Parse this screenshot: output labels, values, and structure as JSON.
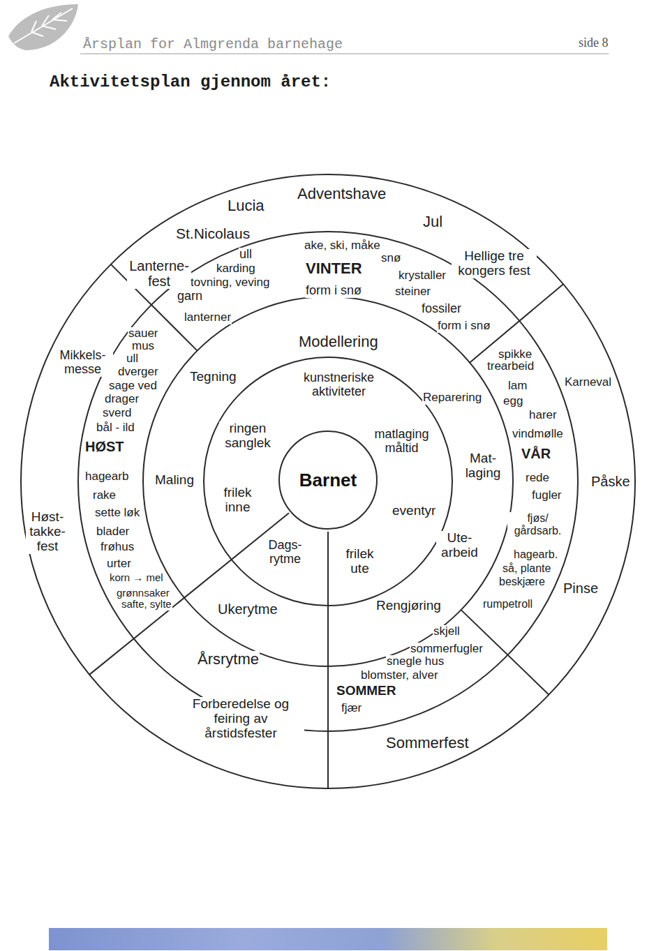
{
  "diagram": {
    "title": "Aktivitetsplan gjennom året:",
    "nodes": [
      {
        "text": [
          "Barnet"
        ]
      }
    ],
    "labels": [
      "Årsplan for Almgrenda barnehage",
      "side 8",
      "Lucia",
      "St.Nicolaus",
      "Adventshave",
      "Jul",
      "Hellige tre kongers fest",
      "Lanterne- fest",
      "ull",
      "karding",
      "tovning, veving",
      "garn",
      "lanterner",
      "ake, ski, måke",
      "snø",
      "VINTER",
      "form i snø",
      "krystaller",
      "steiner",
      "fossiler",
      "form i snø",
      "Modellering",
      "kunstneriske aktiviteter",
      "Mikkels- messe",
      "sauer",
      "mus",
      "ull",
      "dverger",
      "sage ved",
      "drager",
      "sverd",
      "bål - ild",
      "HØST",
      "hagearb",
      "rake",
      "sette løk",
      "blader",
      "frøhus",
      "urter",
      "korn → mel",
      "grønnsaker",
      "safte, sylte",
      "Høst- takke- fest",
      "Tegning",
      "ringen sanglek",
      "Maling",
      "frilek inne",
      "spikke",
      "trearbeid",
      "Karneval",
      "Reparering",
      "matlaging måltid",
      "lam",
      "egg",
      "harer",
      "vindmølle",
      "VÅR",
      "Mat- laging",
      "Påske",
      "rede",
      "fugler",
      "eventyr",
      "fjøs/ gårdsarb.",
      "Ute- arbeid",
      "hagearb.",
      "så, plante",
      "beskjære",
      "Pinse",
      "rumpetroll",
      "Dags- rytme",
      "frilek ute",
      "Ukerytme",
      "Rengjøring",
      "skjell",
      "sommerfugler",
      "Årsrytme",
      "snegle hus",
      "blomster, alver",
      "SOMMER",
      "fjær",
      "Forberedelse og feiring av årstidsfester",
      "Sommerfest"
    ]
  }
}
